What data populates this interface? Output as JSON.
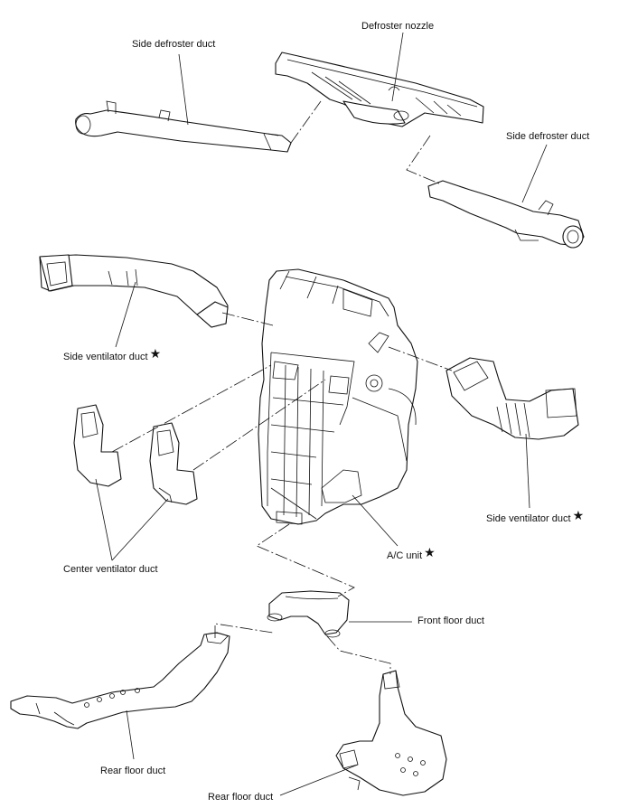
{
  "diagram": {
    "type": "exploded-view",
    "subject": "A/C unit and duct assembly",
    "labels": {
      "side_defroster_duct_left": "Side defroster duct",
      "defroster_nozzle": "Defroster nozzle",
      "side_defroster_duct_right": "Side defroster duct",
      "side_ventilator_duct_left": "Side ventilator duct",
      "side_ventilator_duct_right": "Side ventilator duct",
      "center_ventilator_duct": "Center ventilator duct",
      "ac_unit": "A/C unit",
      "front_floor_duct": "Front floor duct",
      "rear_floor_duct_left": "Rear floor duct",
      "rear_floor_duct_right": "Rear floor duct"
    },
    "star_symbol": "★",
    "starred_parts": [
      "side_ventilator_duct_left",
      "side_ventilator_duct_right",
      "ac_unit"
    ]
  }
}
